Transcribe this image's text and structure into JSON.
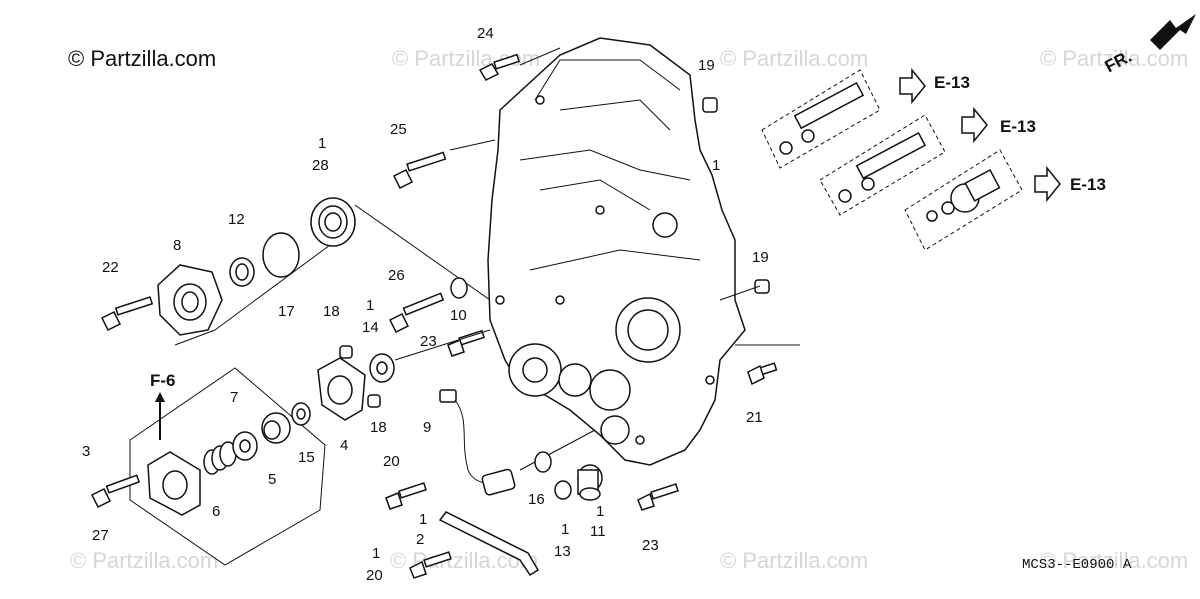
{
  "copyright_main": "© Partzilla.com",
  "watermarks": [
    "© Partzilla.com",
    "© Partzilla.com",
    "© Partzilla.com",
    "© Partzilla.com",
    "© Partzilla.com",
    "© Partzilla.com",
    "© Partzilla.com"
  ],
  "diagram_code": "MCS3--E0900 A",
  "direction_label": "FR.",
  "refs": {
    "e13_a": "E-13",
    "e13_b": "E-13",
    "e13_c": "E-13",
    "f6": "F-6"
  },
  "callouts": {
    "c24": "24",
    "c19a": "19",
    "c1a": "1",
    "c25": "25",
    "c1b": "1",
    "c28": "28",
    "c12": "12",
    "c8": "8",
    "c22": "22",
    "c17": "17",
    "c19b": "19",
    "c26": "26",
    "c1c": "1",
    "c14": "14",
    "c10": "10",
    "c18a": "18",
    "c23a": "23",
    "c21": "21",
    "c7": "7",
    "c18b": "18",
    "c3": "3",
    "c4": "4",
    "c15": "15",
    "c5": "5",
    "c9": "9",
    "c6": "6",
    "c27": "27",
    "c20a": "20",
    "c16": "16",
    "c1d": "1",
    "c11": "11",
    "c1e": "1",
    "c1f": "1",
    "c2": "2",
    "c13": "13",
    "c23b": "23",
    "c1g": "1",
    "c20b": "20"
  }
}
